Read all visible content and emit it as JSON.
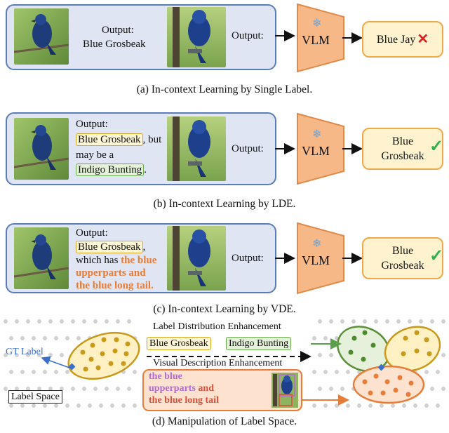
{
  "rows": [
    {
      "output_label": "Output:",
      "output_value": "Blue Grosbeak",
      "query_label": "Output:",
      "model": "VLM",
      "result": "Blue Jay",
      "result_mark": "✕",
      "caption": "(a) In-context Learning by Single Label."
    },
    {
      "output_label": "Output:",
      "tag1": "Blue Grosbeak",
      "mid_text": ", but",
      "line3": "may be a",
      "tag2": "Indigo Bunting",
      "tail": ".",
      "query_label": "Output:",
      "model": "VLM",
      "result_line1": "Blue",
      "result_line2": "Grosbeak",
      "result_mark": "✓",
      "caption": "(b) In-context Learning by LDE."
    },
    {
      "output_label": "Output:",
      "tag1": "Blue Grosbeak",
      "comma": ",",
      "line3_plain": "which has ",
      "line3_orange": "the blue",
      "line4": "upperparts and",
      "line5": "the blue long tail.",
      "query_label": "Output:",
      "model": "VLM",
      "result_line1": "Blue",
      "result_line2": "Grosbeak",
      "result_mark": "✓",
      "caption": "(c) In-context Learning by VDE."
    }
  ],
  "label_space": {
    "lde_title": "Label Distribution Enhancement",
    "vde_title": "Visual Description Enhancement",
    "tag1": "Blue Grosbeak",
    "tag2": "Indigo Bunting",
    "gt_label": "GT Label",
    "space_label": "Label Space",
    "desc_line1": "the blue",
    "desc_line2a": "upperparts",
    "desc_line2b": " and",
    "desc_line3": "the blue long tail",
    "caption": "(d) Manipulation of Label Space."
  },
  "colors": {
    "panel_fill": "#dfe5f3",
    "panel_border": "#5a7db8",
    "vlm_fill": "#f6b887",
    "result_fill": "#fff2cf",
    "cross": "#e02020",
    "check": "#2bb34a",
    "orange_text": "#e77d38",
    "purple_text": "#b36ad6",
    "red_text": "#d94f3a",
    "gt_blue": "#3c6fc9"
  },
  "icons": [
    "snowflake-icon",
    "bird-photo",
    "cross-icon",
    "check-icon",
    "arrow-icon"
  ]
}
